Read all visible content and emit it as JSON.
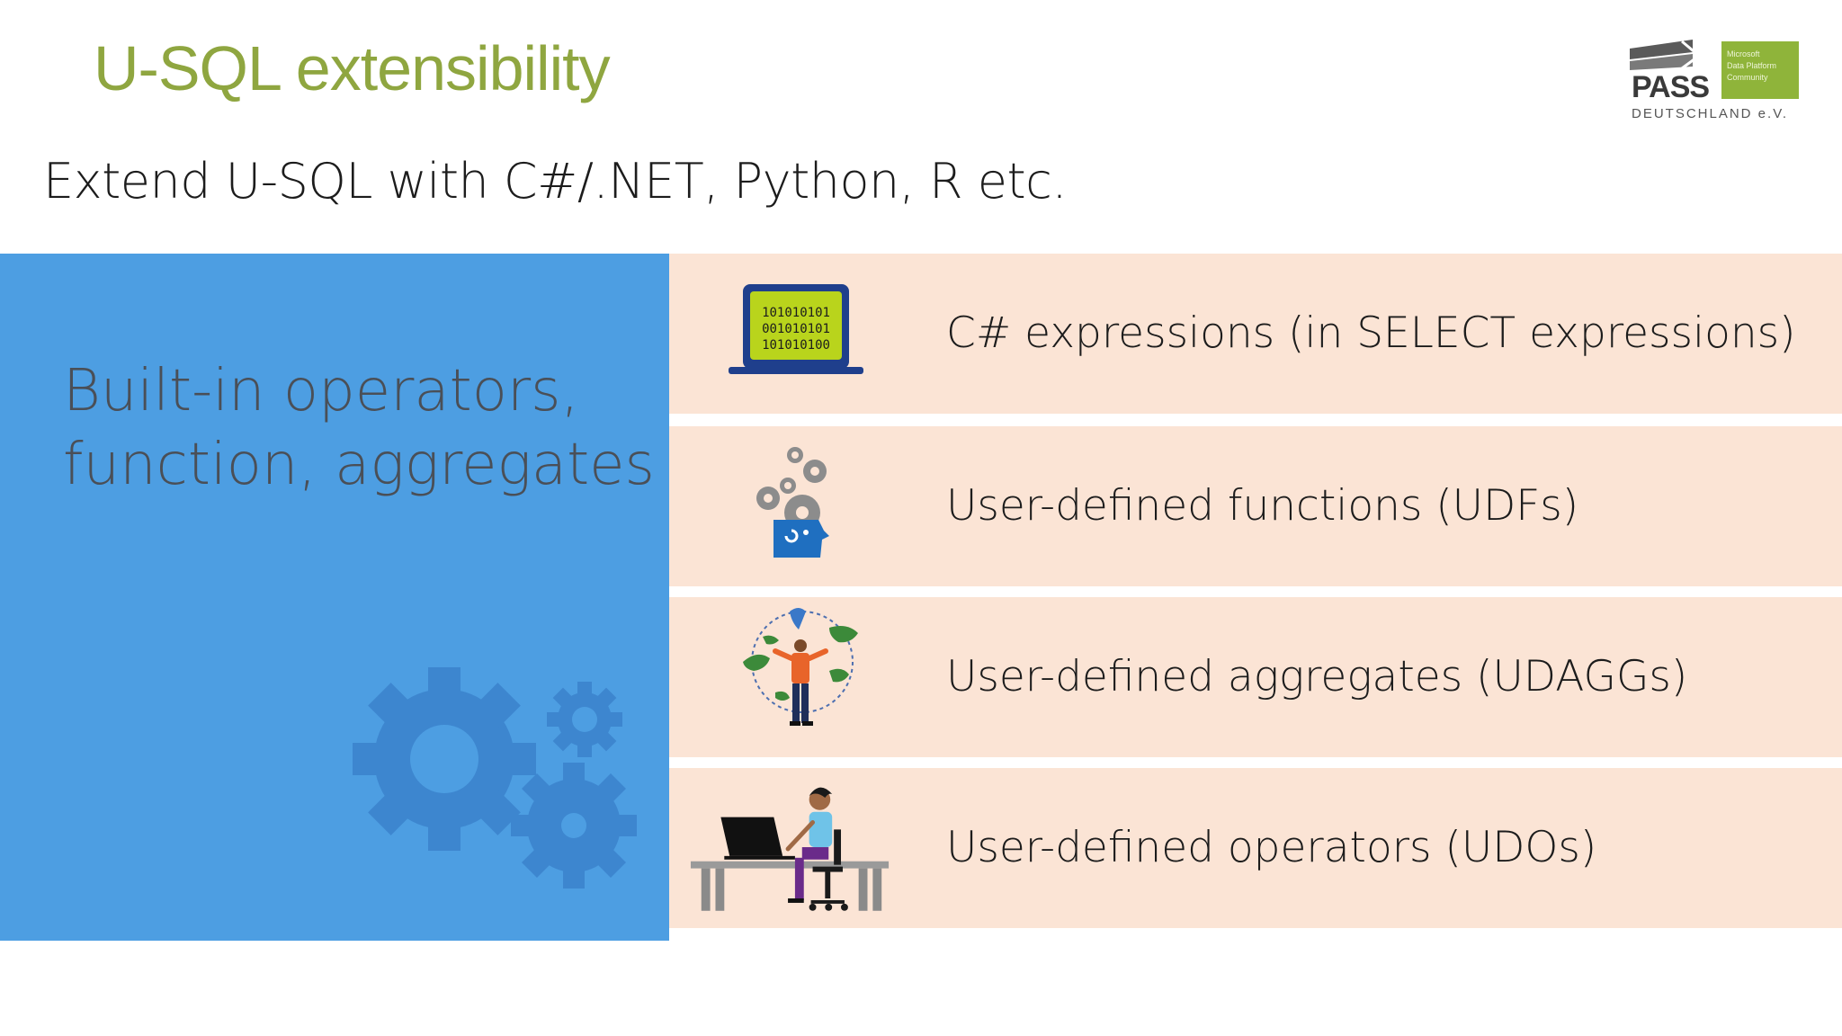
{
  "slide": {
    "title": "U-SQL extensibility",
    "subtitle": "Extend U-SQL with C#/.NET, Python, R etc.",
    "logo": {
      "word": "PASS",
      "box_lines": [
        "Microsoft",
        "Data Platform",
        "Community"
      ],
      "tagline": "DEUTSCHLAND e.V."
    },
    "left_panel": {
      "lines": [
        "Built-in operators,",
        "function, aggregates"
      ],
      "icon": "gears-icon",
      "color": "#4d9ee2"
    },
    "rows": [
      {
        "label": "C# expressions (in SELECT expressions)",
        "icon": "binary-laptop-icon"
      },
      {
        "label": "User-defined functions (UDFs)",
        "icon": "head-gears-icon"
      },
      {
        "label": "User-defined aggregates (UDAGGs)",
        "icon": "person-globe-icon"
      },
      {
        "label": "User-defined operators (UDOs)",
        "icon": "person-at-desk-icon"
      }
    ],
    "laptop_screen_lines": [
      "101010101",
      "001010101",
      "101010100"
    ],
    "colors": {
      "title": "#8fa640",
      "row_background": "#fbe4d5",
      "panel_text": "#4a4f57"
    }
  }
}
